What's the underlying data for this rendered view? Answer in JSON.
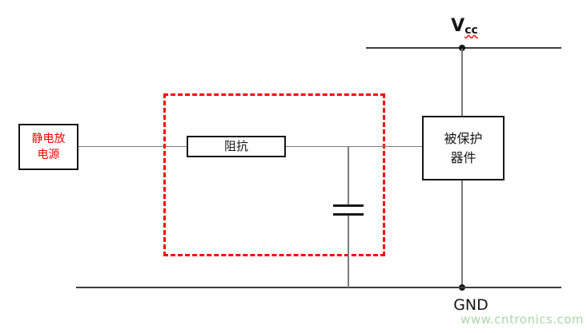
{
  "diagram": {
    "power_label": {
      "main": "V",
      "sub": "cc"
    },
    "ground_label": "GND",
    "esd_source": {
      "line1": "静电放",
      "line2": "电源"
    },
    "impedance_label": "阻抗",
    "protected_device": {
      "line1": "被保护",
      "line2": "器件"
    },
    "watermark": "www.cntronics.com",
    "colors": {
      "accent_red": "#ff0000",
      "esd_text_red": "#ff0000",
      "wire_gray": "#7a7a7a",
      "rail_dark": "#3d3d3d",
      "watermark_green": "#abd6ab"
    }
  }
}
